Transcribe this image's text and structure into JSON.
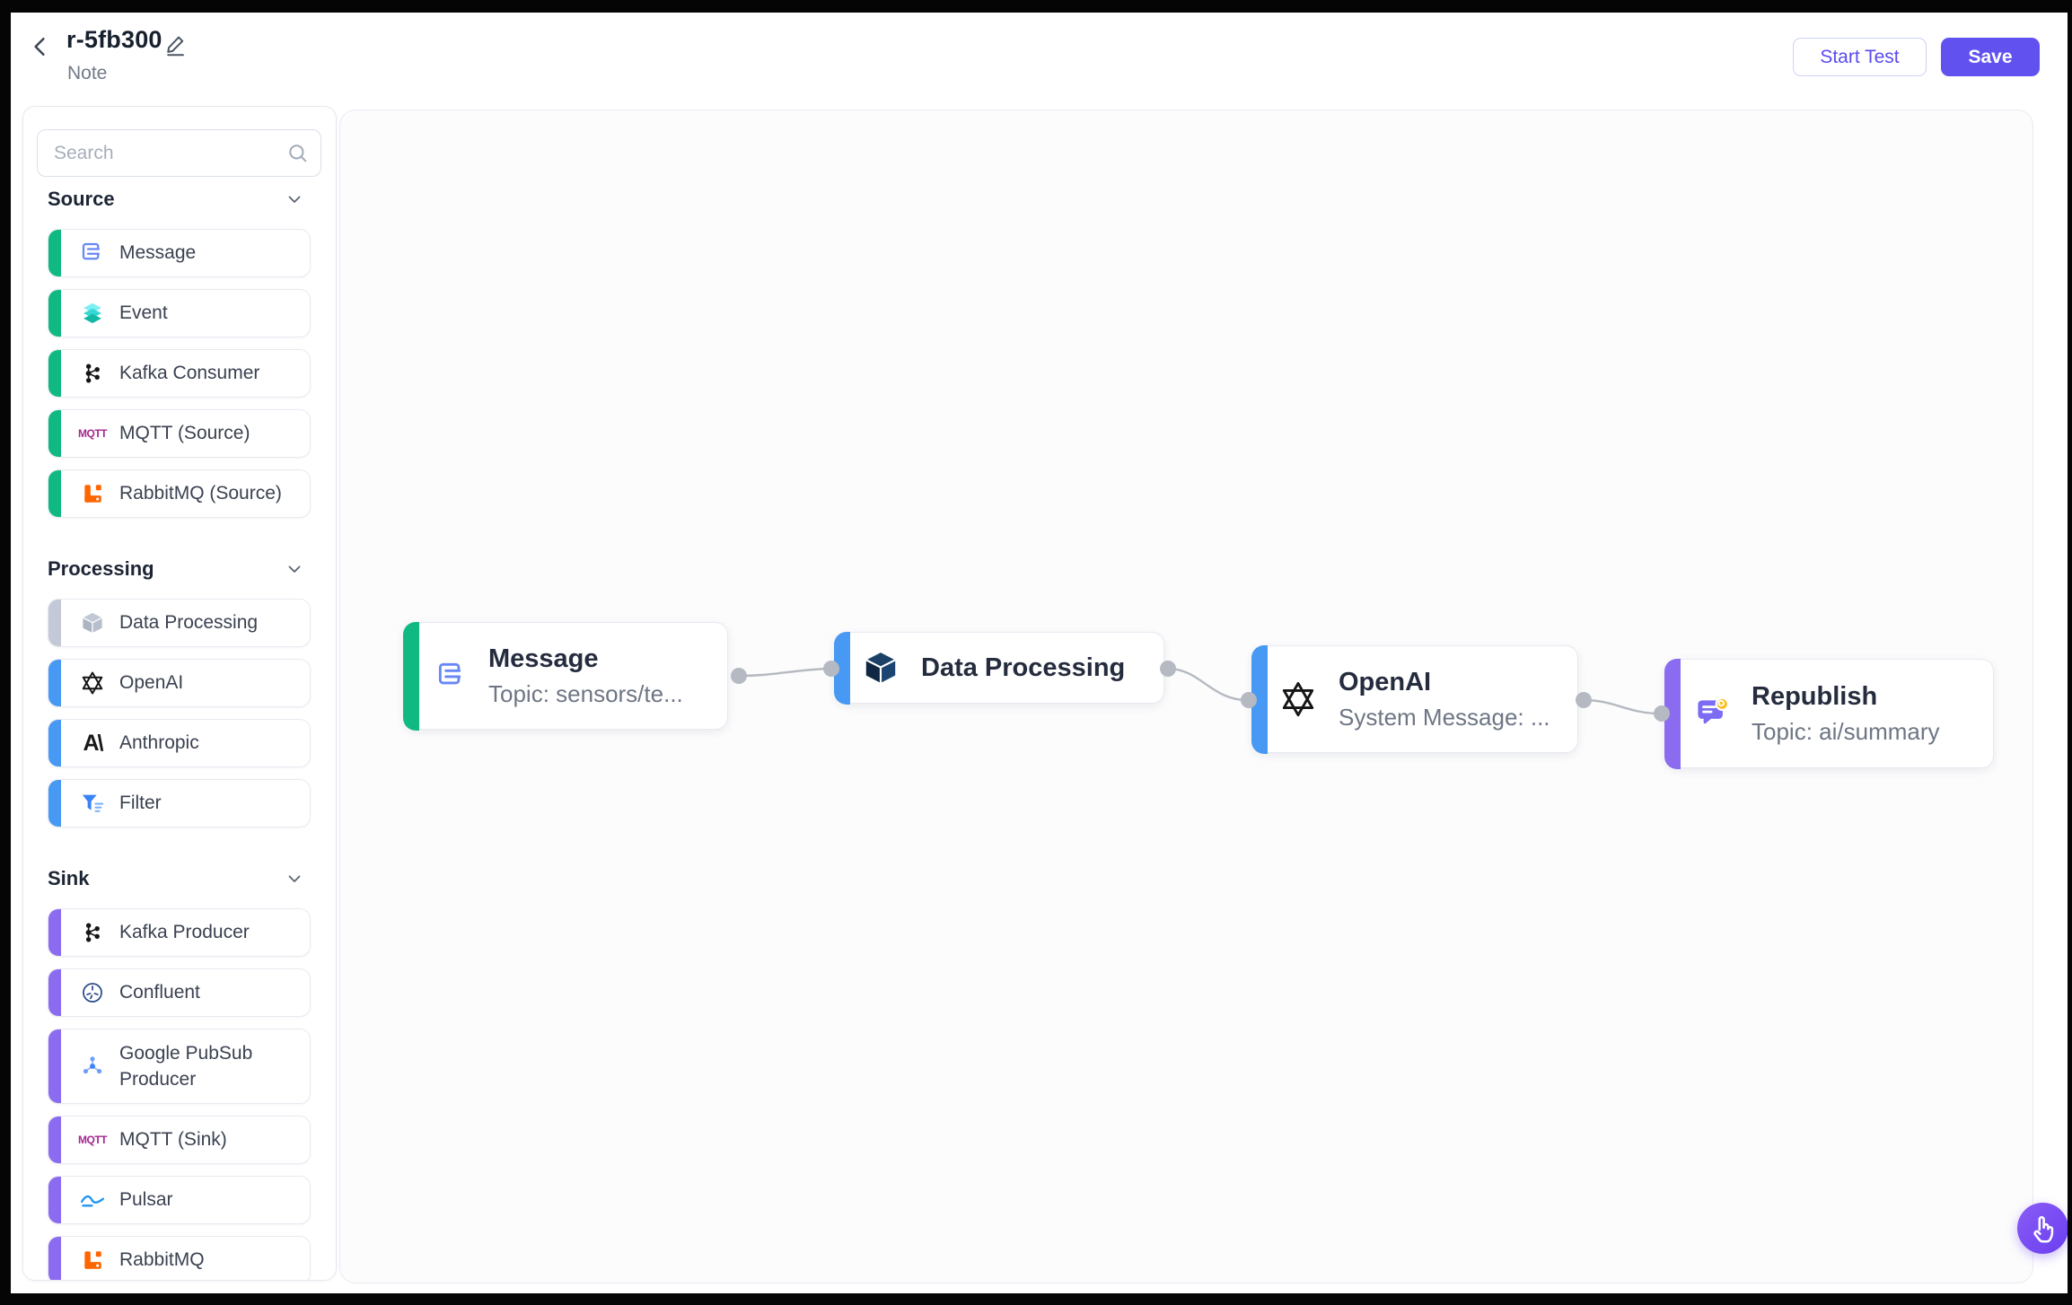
{
  "header": {
    "title": "r-5fb300",
    "note": "Note",
    "back_icon": "chevron-left-icon",
    "edit_icon": "pencil-icon",
    "start_test_label": "Start Test",
    "save_label": "Save"
  },
  "sidebar": {
    "search_placeholder": "Search",
    "sections": [
      {
        "label": "Source",
        "accent": "#10b981",
        "collapse_icon": "chevron-down-icon",
        "items": [
          {
            "label": "Message",
            "icon": "message-icon"
          },
          {
            "label": "Event",
            "icon": "event-layers-icon"
          },
          {
            "label": "Kafka Consumer",
            "icon": "kafka-icon"
          },
          {
            "label": "MQTT (Source)",
            "icon": "mqtt-logo-icon"
          },
          {
            "label": "RabbitMQ (Source)",
            "icon": "rabbitmq-icon"
          }
        ]
      },
      {
        "label": "Processing",
        "accent": "#4899f3",
        "collapse_icon": "chevron-down-icon",
        "items": [
          {
            "label": "Data Processing",
            "icon": "cube-icon"
          },
          {
            "label": "OpenAI",
            "icon": "openai-icon"
          },
          {
            "label": "Anthropic",
            "icon": "anthropic-icon"
          },
          {
            "label": "Filter",
            "icon": "filter-icon"
          }
        ]
      },
      {
        "label": "Sink",
        "accent": "#8b6cf0",
        "collapse_icon": "chevron-down-icon",
        "items": [
          {
            "label": "Kafka Producer",
            "icon": "kafka-icon"
          },
          {
            "label": "Confluent",
            "icon": "confluent-icon"
          },
          {
            "label": "Google PubSub Producer",
            "icon": "pubsub-icon"
          },
          {
            "label": "MQTT (Sink)",
            "icon": "mqtt-logo-icon"
          },
          {
            "label": "Pulsar",
            "icon": "pulsar-icon"
          },
          {
            "label": "RabbitMQ",
            "icon": "rabbitmq-icon"
          }
        ]
      }
    ]
  },
  "canvas": {
    "nodes": [
      {
        "title": "Message",
        "subtitle": "Topic: sensors/te...",
        "icon": "message-icon",
        "accent": "#10b981"
      },
      {
        "title": "Data Processing",
        "subtitle": "",
        "icon": "cube-icon",
        "accent": "#4899f3"
      },
      {
        "title": "OpenAI",
        "subtitle": "System Message: ...",
        "icon": "openai-icon",
        "accent": "#4899f3"
      },
      {
        "title": "Republish",
        "subtitle": "Topic: ai/summary",
        "icon": "republish-icon",
        "accent": "#8b6cf0"
      }
    ],
    "edge_count": 3,
    "fab_icon": "hand-pointer-icon"
  },
  "colors": {
    "primary": "#6152f0",
    "source_accent": "#10b981",
    "processing_accent": "#4899f3",
    "processing_disabled_accent": "#c3c9d6",
    "sink_accent": "#8b6cf0",
    "edge": "#b5b9c1",
    "canvas_bg": "#fcfcfd"
  }
}
